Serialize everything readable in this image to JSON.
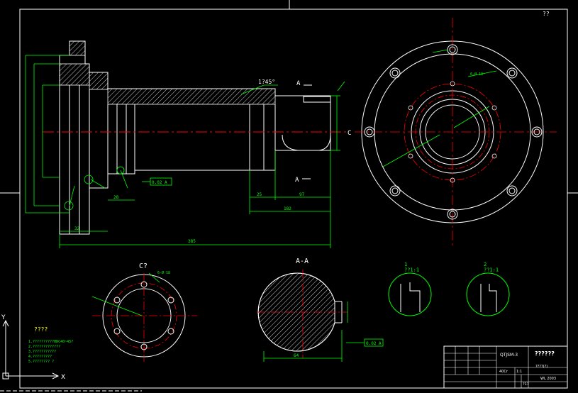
{
  "drawing": {
    "corner_marks": "??",
    "section_aa_label": "A-A",
    "section_c_label": "C?",
    "detail_1_label": "1\n??1:1",
    "detail_2_label": "2\n??1:1",
    "cut_a_top": "A",
    "cut_a_bottom": "A",
    "cut_c": "C",
    "chamfer_note": "1?45°",
    "overall_length": "385",
    "length_182": "182",
    "length_97": "97",
    "length_25": "25",
    "length_32": "32",
    "length_28": "28",
    "width_64": "64",
    "hole_callout_flange": "6-Ø 18",
    "hole_callout_c": "6-Ø 18",
    "tolerance_box": "0.02 A",
    "tolerance_box_aa": "0.02 A",
    "notes_title": "????",
    "notes_lines": [
      "1.??????????HRC40~45?",
      "2.?????????????",
      "3.???????????",
      "4.?????????",
      "5.???????? ?"
    ]
  },
  "title_block": {
    "part_code": "QTJSM-3",
    "school": "??????",
    "part_name": "????(?)",
    "scale": "1:1",
    "material": "40Cr",
    "sheet": "?1?",
    "drawing_no": "WL 2003"
  },
  "ucs": {
    "x_label": "X",
    "y_label": "Y"
  },
  "colors": {
    "background": "#000000",
    "outline": "#ffffff",
    "dimension": "#00ff00",
    "centerline": "#ff0000",
    "hatch": "#ffffff",
    "label_cyan": "#00ffff",
    "text_yellow": "#ffff00"
  }
}
